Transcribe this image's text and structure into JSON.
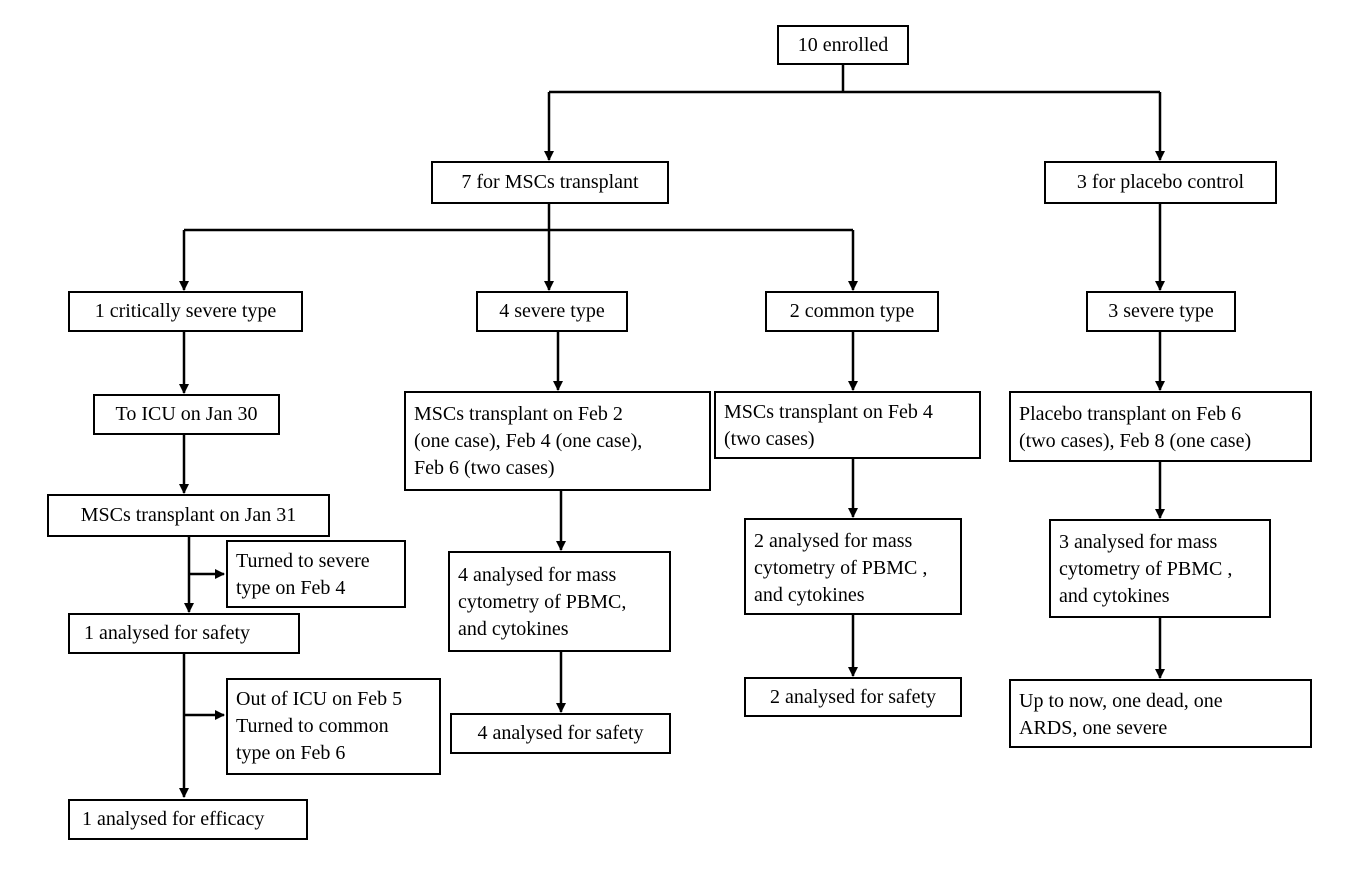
{
  "nodes": {
    "enrolled": "10 enrolled",
    "msc_group": "7 for MSCs transplant",
    "placebo_group": "3 for placebo control",
    "critical": "1 critically severe type",
    "severe_msc": "4 severe type",
    "common": "2 common type",
    "severe_placebo": "3 severe type",
    "icu": "To ICU on Jan 30",
    "critical_transplant": "MSCs transplant on Jan 31",
    "turned_severe": [
      "Turned to severe",
      "type on Feb 4"
    ],
    "critical_safety": "1 analysed for safety",
    "out_icu": [
      "Out of ICU on Feb 5",
      "Turned to common",
      "type on Feb 6"
    ],
    "critical_efficacy": "1 analysed for efficacy",
    "severe_transplant": [
      "MSCs transplant on Feb 2",
      "(one case), Feb 4 (one case),",
      "Feb 6 (two cases)"
    ],
    "severe_analysed": [
      "4 analysed for mass",
      "cytometry of PBMC,",
      "and cytokines"
    ],
    "severe_safety": "4 analysed for safety",
    "common_transplant": [
      "MSCs transplant on Feb 4",
      "(two cases)"
    ],
    "common_analysed": [
      "2 analysed for mass",
      "cytometry of PBMC ,",
      "and cytokines"
    ],
    "common_safety": "2 analysed for safety",
    "placebo_transplant": [
      "Placebo transplant on Feb 6",
      "(two cases), Feb 8 (one case)"
    ],
    "placebo_analysed": [
      "3 analysed for mass",
      "cytometry of PBMC ,",
      "and cytokines"
    ],
    "placebo_outcome": [
      "Up to now, one dead, one",
      "ARDS, one severe"
    ]
  }
}
